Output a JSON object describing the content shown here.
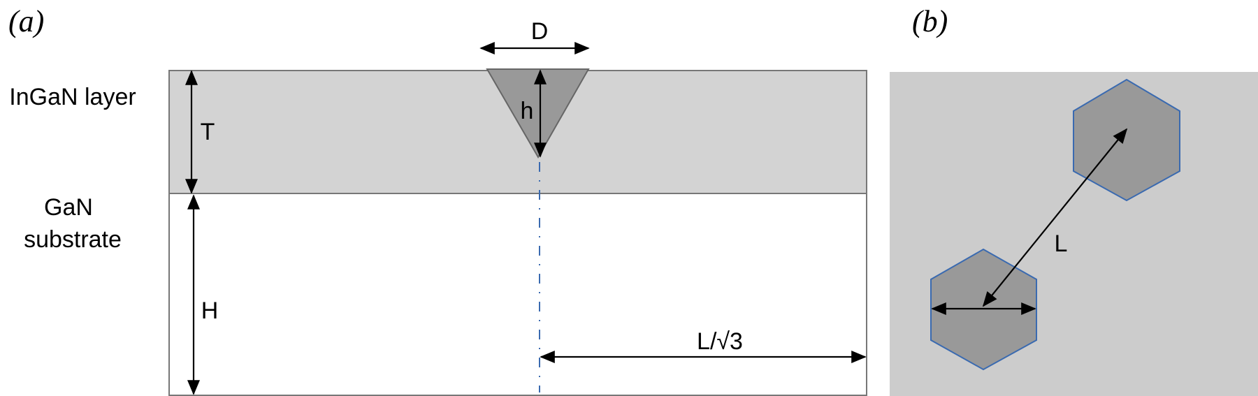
{
  "panel_a": {
    "label": "(a)",
    "layer_label": "InGaN layer",
    "substrate_label_line1": "GaN",
    "substrate_label_line2": "substrate",
    "dim_D": "D",
    "dim_h": "h",
    "dim_T": "T",
    "dim_H": "H",
    "dim_L_sqrt3": "L/√3"
  },
  "panel_b": {
    "label": "(b)",
    "dim_L": "L"
  },
  "colors": {
    "layer_fill": "#d3d3d3",
    "pit_fill": "#999999",
    "panel_b_bg": "#cccccc",
    "hex_fill": "#999999",
    "hex_stroke": "#3a6ab0",
    "border": "#777777",
    "centerline": "#3a6ab0"
  }
}
